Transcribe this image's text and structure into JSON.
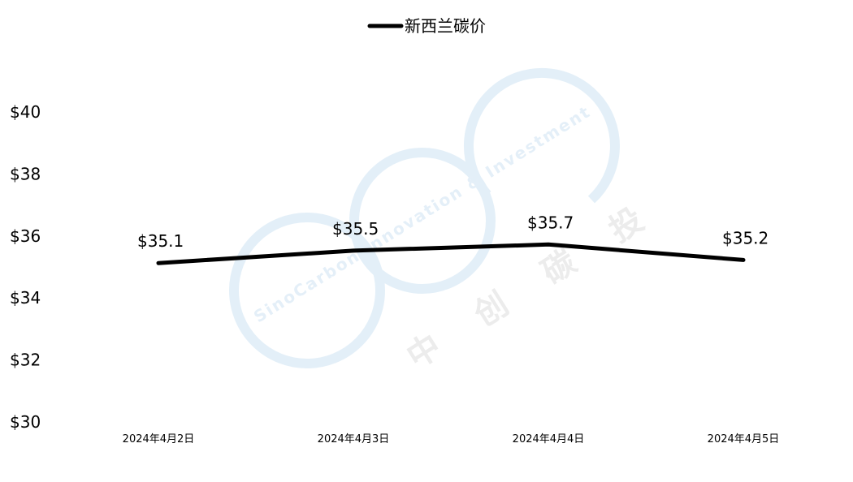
{
  "watermark": {
    "logo_text_en": "SinoCarbon Innovation & Investment",
    "logo_text_cn": "中 创 碳 投"
  },
  "chart_data": {
    "type": "line",
    "categories": [
      "2024年4月2日",
      "2024年4月3日",
      "2024年4月4日",
      "2024年4月5日"
    ],
    "series": [
      {
        "name": "新西兰碳价",
        "values": [
          35.1,
          35.5,
          35.7,
          35.2
        ],
        "data_labels": [
          "$35.1",
          "$35.5",
          "$35.7",
          "$35.2"
        ],
        "color": "#000000"
      }
    ],
    "y_ticks": [
      "$30",
      "$32",
      "$34",
      "$36",
      "$38",
      "$40"
    ],
    "ylim": [
      30,
      40
    ],
    "legend_position": "top-center",
    "grid": false
  }
}
